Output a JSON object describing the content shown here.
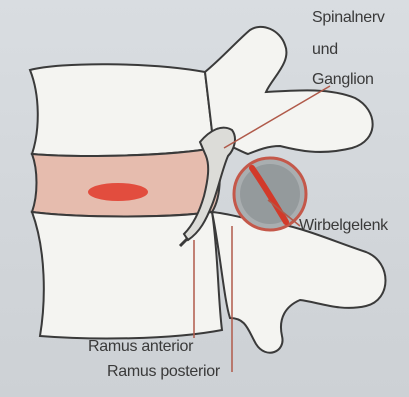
{
  "labels": {
    "spinal_nerve_line1": "Spinalnerv",
    "spinal_nerve_line2": "und",
    "spinal_nerve_line3": "Ganglion",
    "facet_joint": "Wirbelgelenk",
    "ramus_anterior": "Ramus anterior",
    "ramus_posterior": "Ramus posterior"
  },
  "colors": {
    "bone_fill": "#f4f4f1",
    "outline": "#3a3a3a",
    "disc_fill": "#e6bcae",
    "lesion": "#e03a2a",
    "leader_line": "#b05a4a",
    "joint_ring": "#c4584a"
  }
}
